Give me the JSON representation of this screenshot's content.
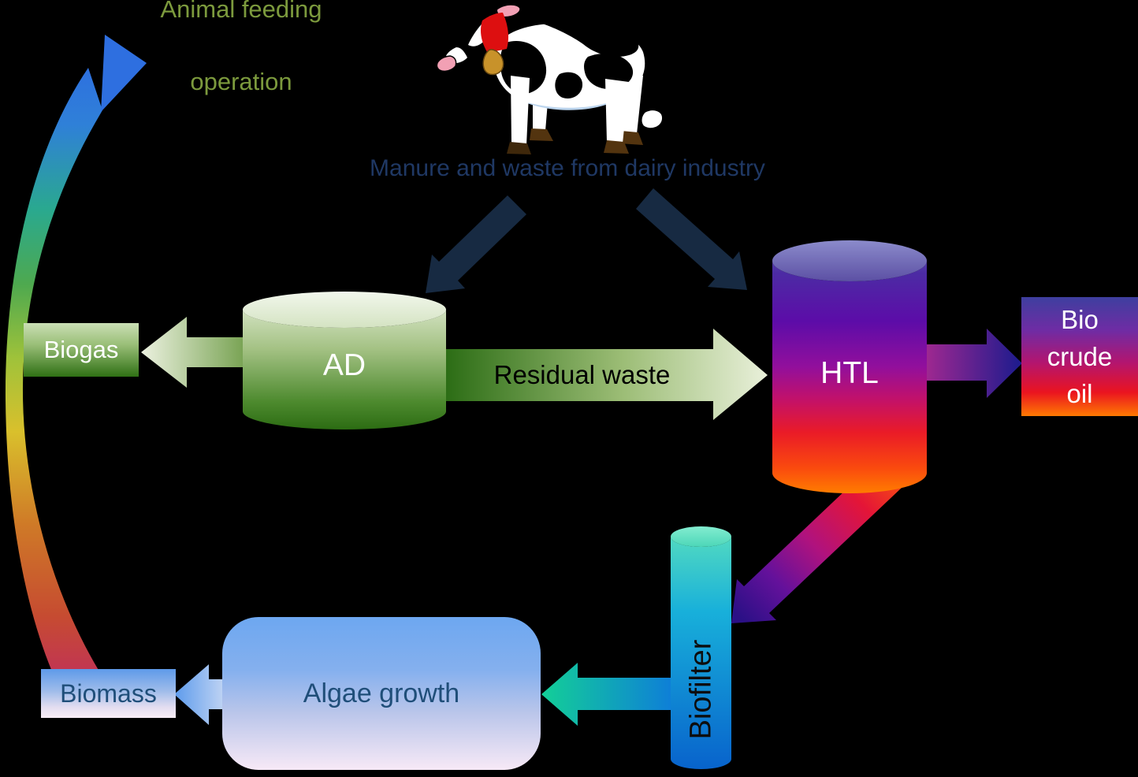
{
  "diagram": {
    "title_context": "Manure valorization process flow",
    "labels": {
      "animal_feeding_line1": "Animal feeding",
      "animal_feeding_line2": "operation",
      "manure": "Manure and waste from dairy  industry",
      "ad": "AD",
      "biogas": "Biogas",
      "residual_waste": "Residual waste",
      "htl": "HTL",
      "bio_crude_line1": "Bio",
      "bio_crude_line2": "crude",
      "bio_crude_line3": "oil",
      "biofilter": "Biofilter",
      "algae_growth": "Algae growth",
      "biomass": "Biomass"
    },
    "icons": {
      "cow": "dairy-cow-icon"
    },
    "colors": {
      "background": "#000000",
      "animal_feeding_text": "#7c9a3d",
      "manure_text": "#1f3864",
      "navy_arrow": "#172a42",
      "ad_green_light": "#e7f0db",
      "ad_green_dark": "#2f7014",
      "htl_top_purple": "#605cae",
      "htl_mid_magenta": "#920f9c",
      "htl_bottom_orange": "#ff7d00",
      "biofilter_teal": "#59dfbe",
      "biofilter_blue": "#0863cc",
      "algae_top_blue": "#6da7f0",
      "algae_bottom_pink": "#f7e9f6",
      "crude_top_blue": "#3e3f9f",
      "crude_bottom_orange": "#ff7a02",
      "curve_arrow_blue": "#2e6fe0",
      "curve_arrow_red": "#c13356",
      "box_text_dark_blue": "#1f4e79"
    }
  }
}
